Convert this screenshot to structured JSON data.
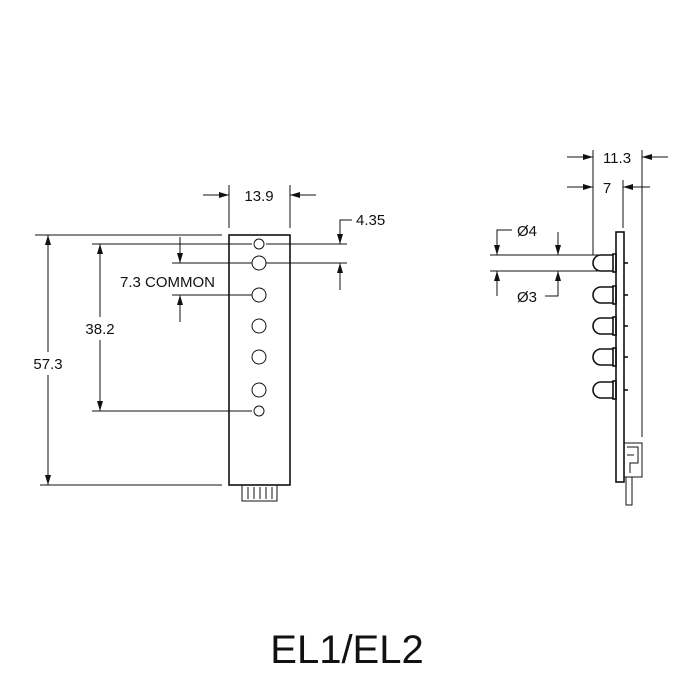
{
  "title": "EL1/EL2",
  "front_view": {
    "width_dim": "13.9",
    "height_dim": "57.3",
    "led_span_dim": "38.2",
    "common_dim": "7.3 COMMON",
    "offset_dim": "4.35"
  },
  "side_view": {
    "depth_dim": "11.3",
    "led_protrusion_dim": "7",
    "led_diameter_outer": "Ø4",
    "led_diameter_inner": "Ø3"
  }
}
